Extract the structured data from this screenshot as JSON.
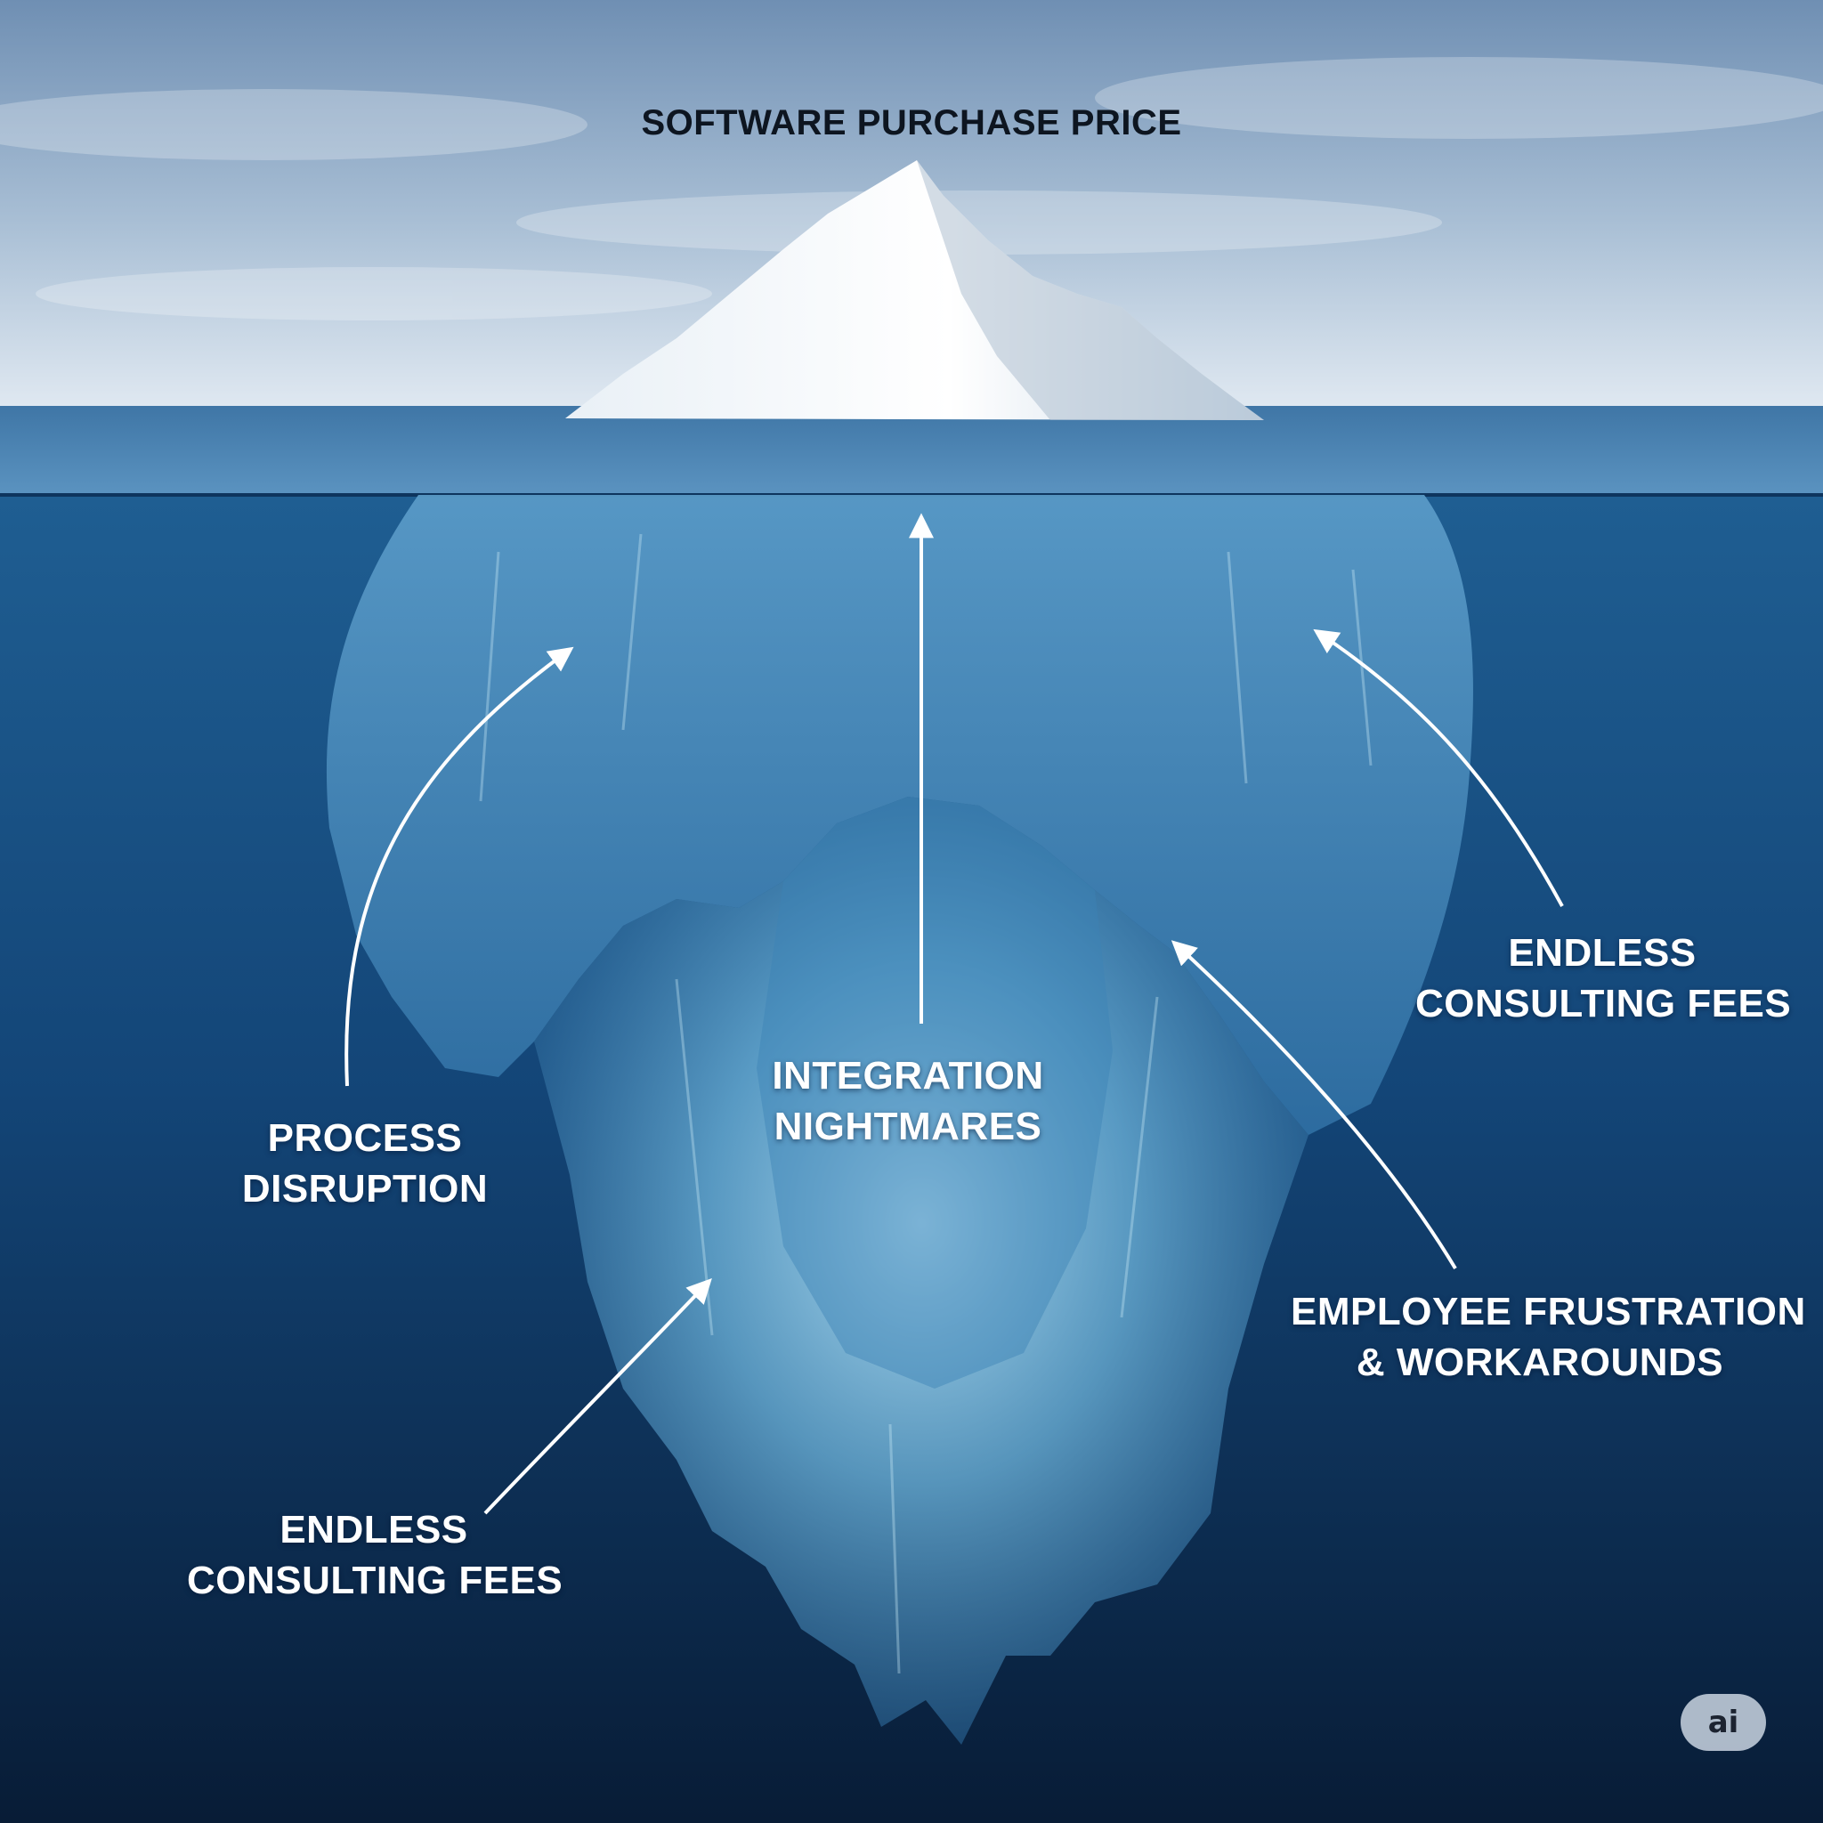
{
  "diagram": {
    "top_label": "SOFTWARE PURCHASE PRICE",
    "labels": {
      "integration": [
        "INTEGRATION",
        "NIGHTMARES"
      ],
      "process": [
        "PROCESS",
        "DISRUPTION"
      ],
      "consulting_right": [
        "ENDLESS",
        "CONSULTING FEES"
      ],
      "employee": [
        "EMPLOYEE FRUSTRATION",
        "& WORKAROUNDS"
      ],
      "consulting_left": [
        "ENDLESS",
        "CONSULTING FEES"
      ]
    },
    "badge": "ai"
  },
  "colors": {
    "sky_top": "#6f8fb3",
    "sky_horizon": "#dfe8f1",
    "water_surface": "#4d86b6",
    "deep_water": "#0b2747",
    "ice_light": "#f4f8fb",
    "ice_underwater": "#5fa5cf",
    "label_dark": "#0d1520",
    "label_light": "#ffffff"
  }
}
